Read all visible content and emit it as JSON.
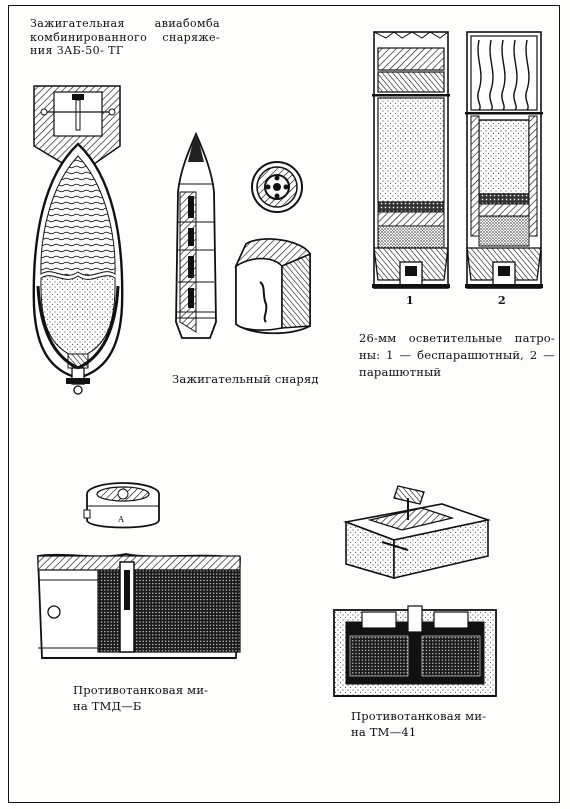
{
  "captions": {
    "bomb_title_lines": [
      "Зажигательная авиабомба",
      "комбинированного снаряже-",
      "ния ЗАБ-50- ТГ"
    ],
    "incendiary_shell": "Зажигательный снаряд",
    "flare_lines": [
      "26-мм осветительные патро-",
      "ны: 1 — беспарашютный, 2 —",
      "парашютный"
    ],
    "tmd_lines": [
      "Противотанковая ми-",
      "на ТМД—Б"
    ],
    "tm41_lines": [
      "Противотанковая ми-",
      "на ТМ—41"
    ]
  },
  "figure_labels": {
    "flare_1": "1",
    "flare_2": "2",
    "tmd_small": "А"
  }
}
